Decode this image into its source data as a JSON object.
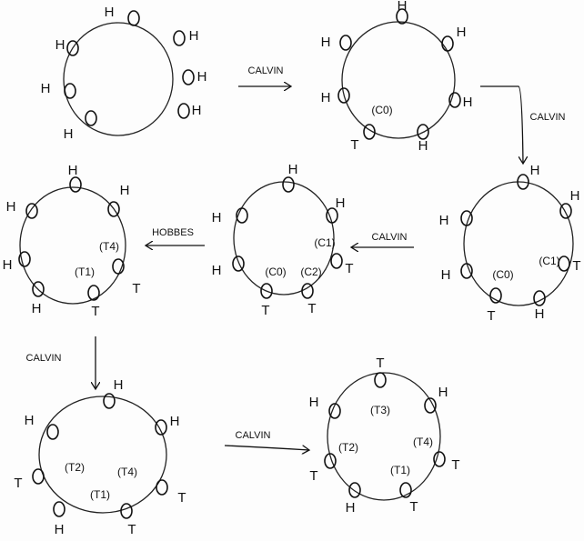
{
  "states": [
    {
      "name": "initial",
      "coins": [
        "H",
        "H",
        "H",
        "H",
        "H",
        "H",
        "H"
      ],
      "notes": []
    },
    {
      "name": "after-calvin-1",
      "coins": [
        "H",
        "H",
        "H",
        "H",
        "T",
        "H",
        "H"
      ],
      "notes": [
        "(C0)"
      ]
    },
    {
      "name": "after-calvin-2",
      "coins": [
        "H",
        "H",
        "T",
        "H",
        "T",
        "H",
        "H"
      ],
      "notes": [
        "(C1)",
        "(C0)"
      ]
    },
    {
      "name": "after-calvin-3",
      "coins": [
        "H",
        "H",
        "T",
        "T",
        "T",
        "H",
        "H"
      ],
      "notes": [
        "(C1)",
        "(C0)",
        "(C2)"
      ]
    },
    {
      "name": "after-hobbes",
      "coins": [
        "H",
        "H",
        "T",
        "T",
        "H",
        "H",
        "H"
      ],
      "notes": [
        "(T4)",
        "(T1)"
      ]
    },
    {
      "name": "after-calvin-4",
      "coins": [
        "H",
        "H",
        "T",
        "T",
        "H",
        "T",
        "H"
      ],
      "notes": [
        "(T2)",
        "(T4)",
        "(T1)"
      ]
    },
    {
      "name": "after-calvin-5",
      "coins": [
        "T",
        "H",
        "T",
        "T",
        "H",
        "T",
        "H"
      ],
      "notes": [
        "(T3)",
        "(T2)",
        "(T4)",
        "(T1)"
      ]
    }
  ],
  "arrows": [
    {
      "label": "CALVIN"
    },
    {
      "label": "CALVIN"
    },
    {
      "label": "CALVIN"
    },
    {
      "label": "HOBBES"
    },
    {
      "label": "CALVIN"
    },
    {
      "label": "CALVIN"
    }
  ]
}
